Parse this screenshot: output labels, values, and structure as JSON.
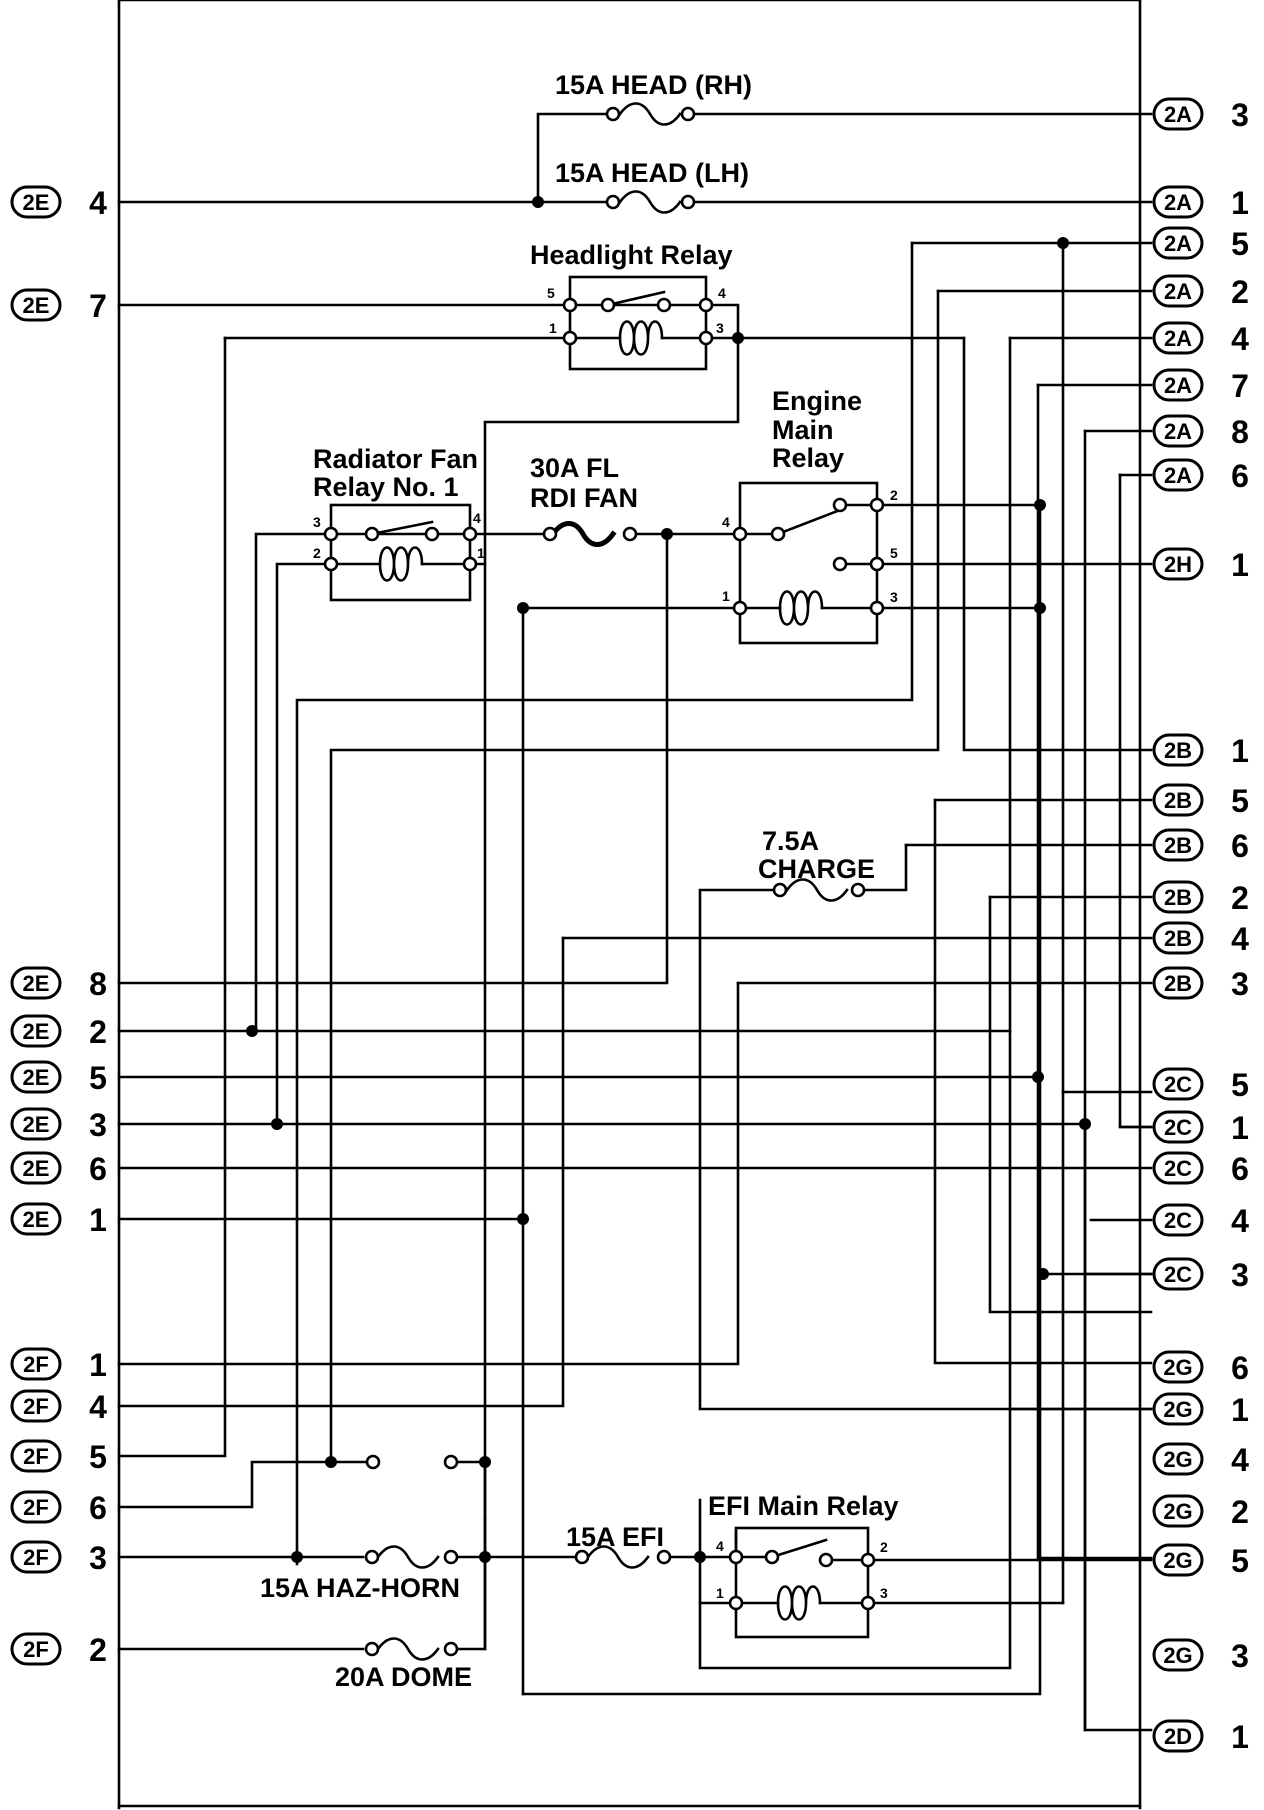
{
  "components": {
    "fuse_head_rh": "15A HEAD (RH)",
    "fuse_head_lh": "15A HEAD (LH)",
    "headlight_relay": "Headlight Relay",
    "engine_main_relay": [
      "Engine",
      "Main",
      "Relay"
    ],
    "radiator_fan_relay": [
      "Radiator Fan",
      "Relay No. 1"
    ],
    "fuse_rdi_fan": [
      "30A FL",
      "RDI FAN"
    ],
    "fuse_charge": [
      "7.5A",
      "CHARGE"
    ],
    "fuse_efi": "15A EFI",
    "efi_main_relay": "EFI Main Relay",
    "fuse_haz_horn": "15A HAZ-HORN",
    "fuse_dome": "20A DOME"
  },
  "relay_terminals": {
    "headlight": [
      "5",
      "4",
      "1",
      "3"
    ],
    "radiator": [
      "3",
      "4",
      "2",
      "1"
    ],
    "engine": [
      "4",
      "2",
      "5",
      "1",
      "3"
    ],
    "efi": [
      "4",
      "2",
      "1",
      "3"
    ]
  },
  "left_connectors": [
    {
      "id": "2E",
      "pin": "4"
    },
    {
      "id": "2E",
      "pin": "7"
    },
    {
      "id": "2E",
      "pin": "8"
    },
    {
      "id": "2E",
      "pin": "2"
    },
    {
      "id": "2E",
      "pin": "5"
    },
    {
      "id": "2E",
      "pin": "3"
    },
    {
      "id": "2E",
      "pin": "6"
    },
    {
      "id": "2E",
      "pin": "1"
    },
    {
      "id": "2F",
      "pin": "1"
    },
    {
      "id": "2F",
      "pin": "4"
    },
    {
      "id": "2F",
      "pin": "5"
    },
    {
      "id": "2F",
      "pin": "6"
    },
    {
      "id": "2F",
      "pin": "3"
    },
    {
      "id": "2F",
      "pin": "2"
    }
  ],
  "right_connectors": [
    {
      "id": "2A",
      "pin": "3"
    },
    {
      "id": "2A",
      "pin": "1"
    },
    {
      "id": "2A",
      "pin": "5"
    },
    {
      "id": "2A",
      "pin": "2"
    },
    {
      "id": "2A",
      "pin": "4"
    },
    {
      "id": "2A",
      "pin": "7"
    },
    {
      "id": "2A",
      "pin": "8"
    },
    {
      "id": "2A",
      "pin": "6"
    },
    {
      "id": "2H",
      "pin": "1"
    },
    {
      "id": "2B",
      "pin": "1"
    },
    {
      "id": "2B",
      "pin": "5"
    },
    {
      "id": "2B",
      "pin": "6"
    },
    {
      "id": "2B",
      "pin": "2"
    },
    {
      "id": "2B",
      "pin": "4"
    },
    {
      "id": "2B",
      "pin": "3"
    },
    {
      "id": "2C",
      "pin": "5"
    },
    {
      "id": "2C",
      "pin": "1"
    },
    {
      "id": "2C",
      "pin": "6"
    },
    {
      "id": "2C",
      "pin": "4"
    },
    {
      "id": "2C",
      "pin": "3"
    },
    {
      "id": "2G",
      "pin": "6"
    },
    {
      "id": "2G",
      "pin": "1"
    },
    {
      "id": "2G",
      "pin": "4"
    },
    {
      "id": "2G",
      "pin": "2"
    },
    {
      "id": "2G",
      "pin": "5"
    },
    {
      "id": "2G",
      "pin": "3"
    },
    {
      "id": "2D",
      "pin": "1"
    }
  ]
}
